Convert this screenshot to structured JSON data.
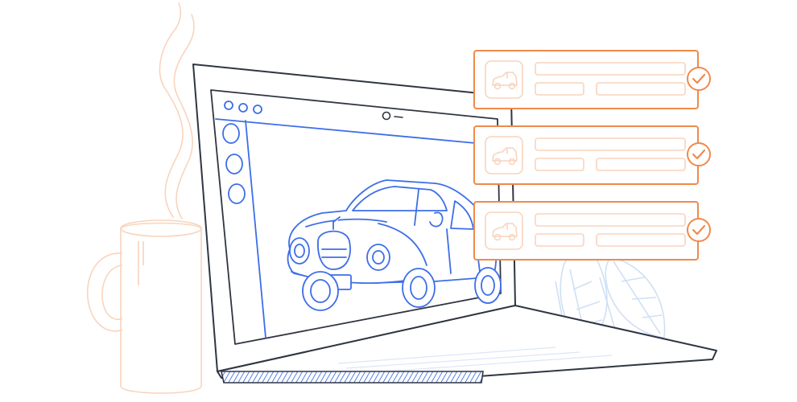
{
  "colors": {
    "outline": "#2f3542",
    "accent_blue": "#3d6ee8",
    "accent_orange": "#f08a4b",
    "peach_light": "#f9d4bd",
    "leaf_light": "#cfe0f5",
    "screen_bg": "#ffffff"
  },
  "laptop": {
    "app_window": {
      "title_buttons": [
        "window-dot-1",
        "window-dot-2",
        "window-dot-3"
      ],
      "tool_icons": [
        "tool-circle-1",
        "tool-circle-2",
        "tool-circle-3"
      ],
      "canvas_subject": "car-sketch-icon"
    }
  },
  "result_cards": [
    {
      "icon": "car-thumbnail-icon",
      "status_icon": "check-circle-icon",
      "checked": true
    },
    {
      "icon": "car-thumbnail-icon",
      "status_icon": "check-circle-icon",
      "checked": true
    },
    {
      "icon": "car-thumbnail-icon",
      "status_icon": "check-circle-icon",
      "checked": true
    }
  ],
  "decorations": [
    "coffee-mug-icon",
    "steam-icon",
    "plant-leaves-icon"
  ]
}
